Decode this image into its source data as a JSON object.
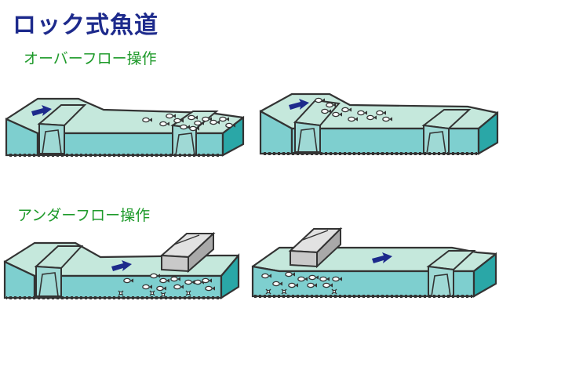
{
  "title": "ロック式魚道",
  "sections": [
    {
      "label": "オーバーフロー操作"
    },
    {
      "label": "アンダーフロー操作"
    }
  ],
  "colors": {
    "water_front": "#7ecfcf",
    "water_top": "#c5e8dc",
    "water_side": "#2aa7a7",
    "outline": "#333333",
    "gate": "#c9c9c9",
    "flow_arrow": "#1d2a8c",
    "title": "#1d2a8c",
    "label": "#1e9a2a"
  },
  "icons": {
    "flow": "flow-arrow-icon",
    "fish": "fish-icon",
    "gate": "sluice-gate-icon"
  }
}
